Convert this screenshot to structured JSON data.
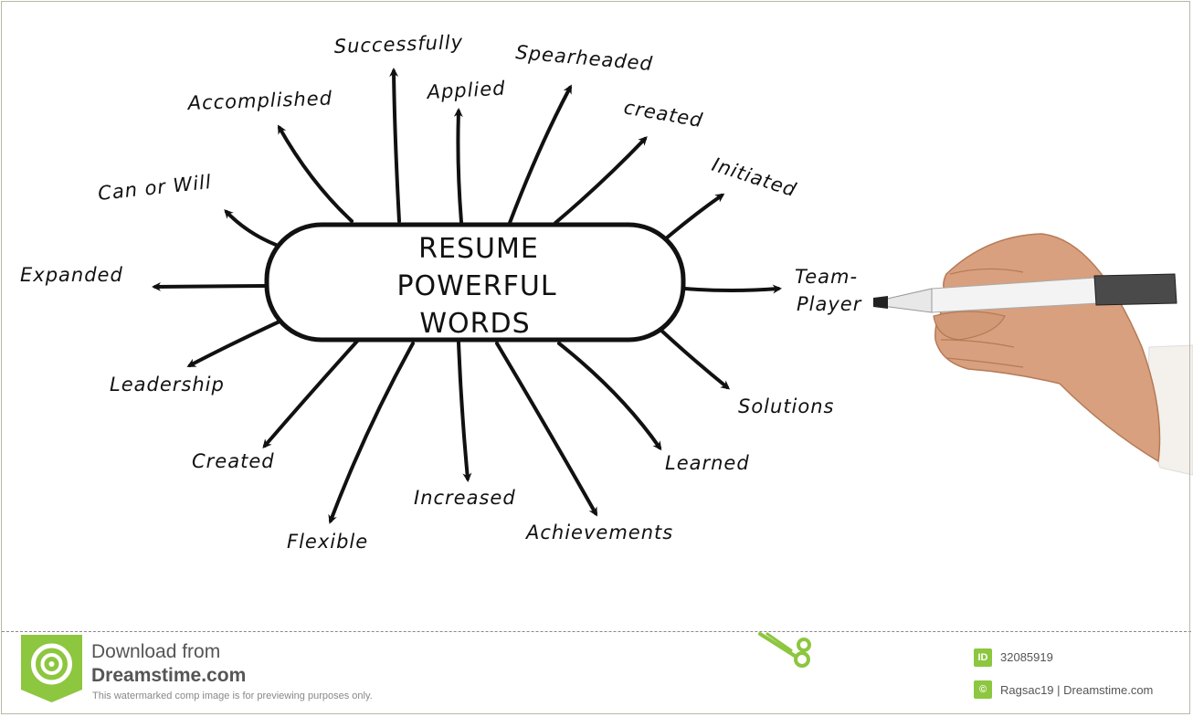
{
  "diagram": {
    "center_lines": [
      "RESUME",
      "POWERFUL",
      "WORDS"
    ],
    "words": {
      "successfully": "Successfully",
      "spearheaded": "Spearheaded",
      "accomplished": "Accomplished",
      "applied": "Applied",
      "created_top": "created",
      "initiated": "Initiated",
      "can_or_will": "Can or Will",
      "expanded": "Expanded",
      "team": "Team-",
      "player": "Player",
      "leadership": "Leadership",
      "solutions": "Solutions",
      "created_bottom": "Created",
      "learned": "Learned",
      "increased": "Increased",
      "flexible": "Flexible",
      "achievements": "Achievements"
    }
  },
  "watermark": {
    "download_line1": "Download from",
    "download_line2": "Dreamstime.com",
    "note": "This watermarked comp image is for previewing purposes only.",
    "id_label": "ID",
    "id_value": "32085919",
    "copyright_symbol": "©",
    "credit": "Ragsac19 | Dreamstime.com",
    "icons": [
      "dreamstime-logo-icon",
      "scissors-icon"
    ],
    "accent_color": "#8dc63f"
  }
}
